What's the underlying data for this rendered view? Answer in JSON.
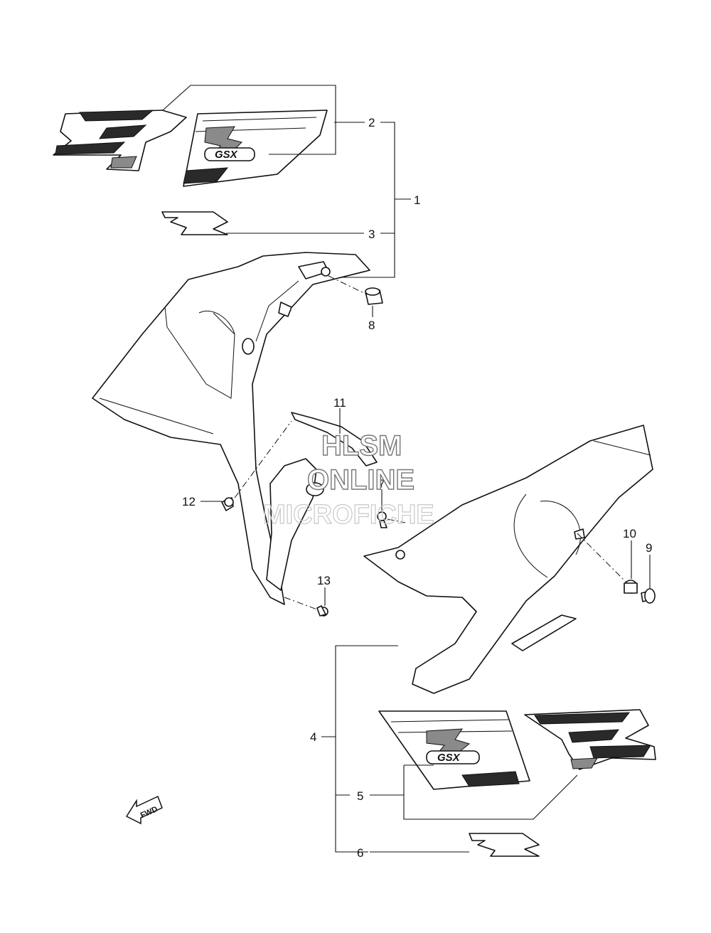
{
  "callouts": {
    "c1": "1",
    "c2": "2",
    "c3": "3",
    "c4": "4",
    "c5": "5",
    "c6": "6",
    "c7": "7",
    "c8": "8",
    "c9": "9",
    "c10": "10",
    "c11": "11",
    "c12": "12",
    "c13": "13"
  },
  "decal_text": {
    "upper_logo": "GSX",
    "lower_logo": "GSX"
  },
  "fwd_arrow": {
    "label": "FWD"
  },
  "watermark": {
    "line1": "HLSM",
    "line2": "ONLINE",
    "line3": "MICROFICHE"
  }
}
